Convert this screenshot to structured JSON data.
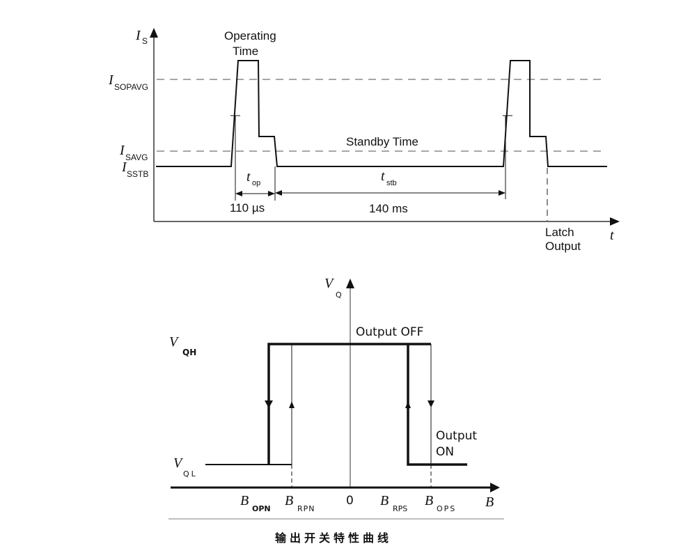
{
  "timing_diagram": {
    "y_axis_label": "I",
    "y_axis_sub": "S",
    "x_axis_label": "t",
    "levels": [
      {
        "label": "I",
        "sub": "SOPAVG"
      },
      {
        "label": "I",
        "sub": "SAVG"
      },
      {
        "label": "I",
        "sub": "SSTB"
      }
    ],
    "operating_time_line1": "Operating",
    "operating_time_line2": "Time",
    "standby_time": "Standby Time",
    "t_op": {
      "label": "t",
      "sub": "op",
      "value": "110 µs"
    },
    "t_stb": {
      "label": "t",
      "sub": "stb",
      "value": "140 ms"
    },
    "latch_line1": "Latch",
    "latch_line2": "Output"
  },
  "hysteresis_diagram": {
    "y_axis_label": "V",
    "y_axis_sub": "Q",
    "x_axis_label": "B",
    "vqh": {
      "label": "V",
      "sub": "QH"
    },
    "vql": {
      "label": "V",
      "sub": "QL"
    },
    "output_off": "Output OFF",
    "output_on_line1": "Output",
    "output_on_line2": "ON",
    "x_ticks": [
      {
        "label": "B",
        "sub": "OPN"
      },
      {
        "label": "B",
        "sub": "RPN"
      },
      {
        "label": "0",
        "sub": ""
      },
      {
        "label": "B",
        "sub": "RPS"
      },
      {
        "label": "B",
        "sub": "OPS"
      }
    ]
  },
  "caption": "输出开关特性曲线"
}
